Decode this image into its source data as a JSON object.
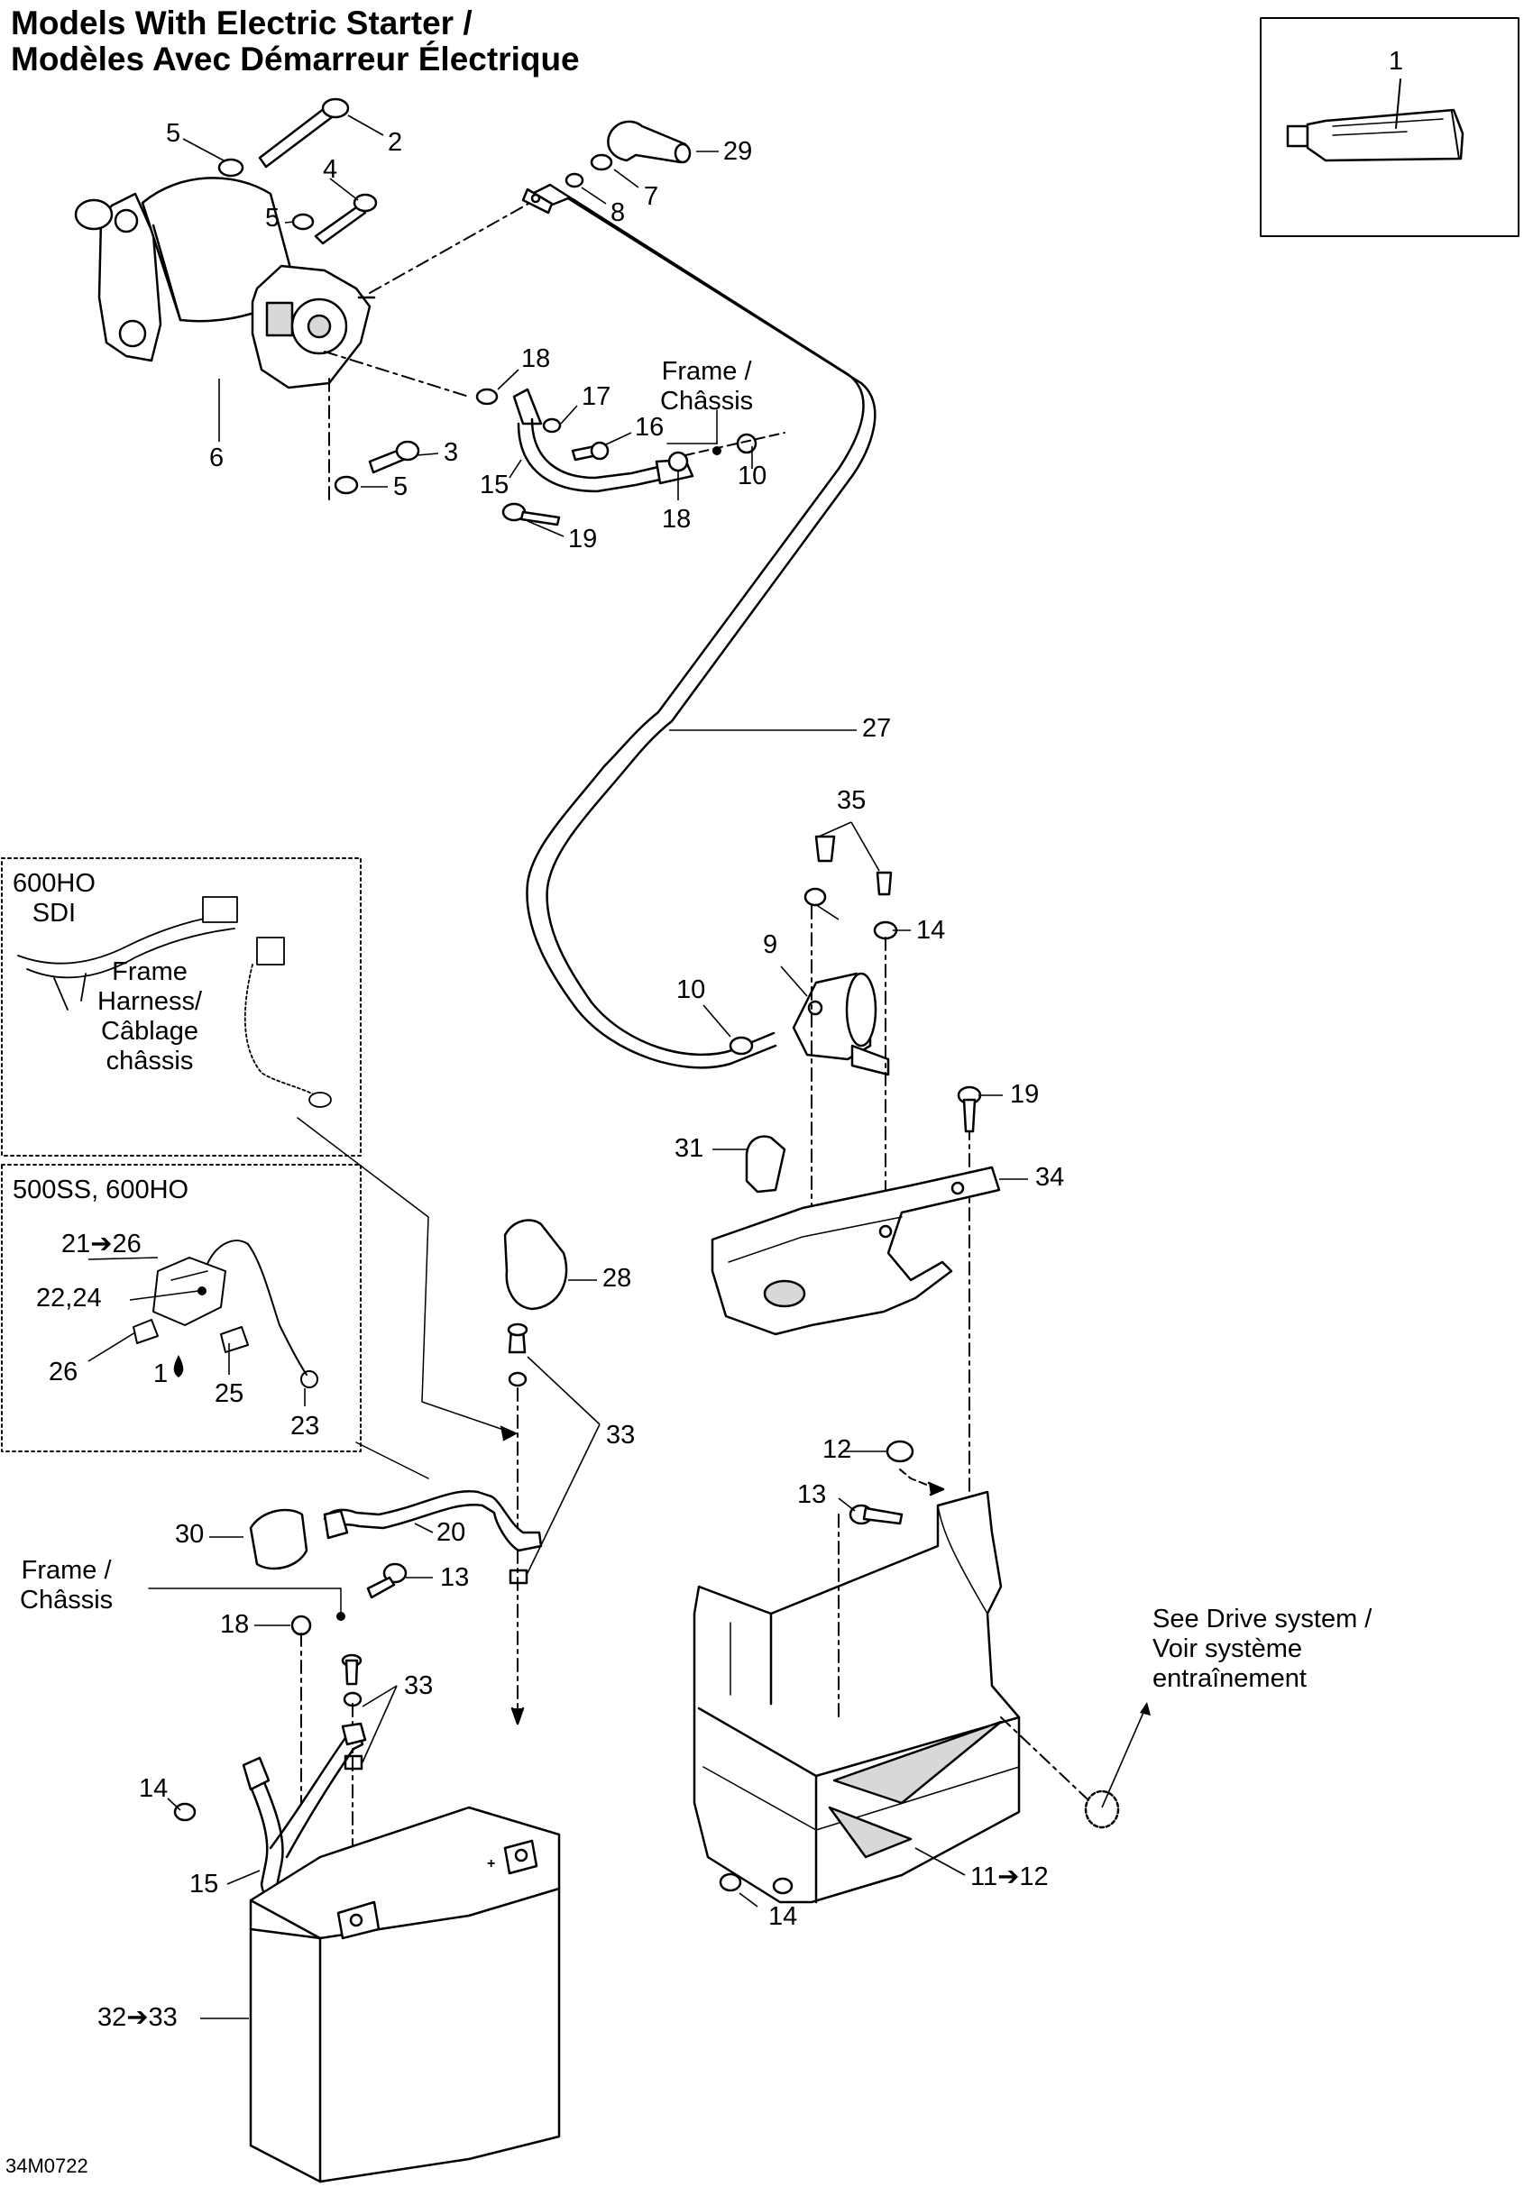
{
  "title": {
    "line1": "Models With Electric Starter /",
    "line2": "Modèles Avec Démarreur Électrique"
  },
  "inset_labels": {
    "model_a_line1": "600HO",
    "model_a_line2": "SDI",
    "model_b": "500SS, 600HO"
  },
  "notes": {
    "frame_a_line1": "Frame /",
    "frame_a_line2": "Châssis",
    "frame_b_line1": "Frame /",
    "frame_b_line2": "Châssis",
    "harness_line1": "Frame",
    "harness_line2": "Harness/",
    "harness_line3": "Câblage",
    "harness_line4": "châssis",
    "drive_line1": "See Drive system /",
    "drive_line2": "Voir système",
    "drive_line3": "entraînement"
  },
  "part_callouts": {
    "c1": "1",
    "c2": "2",
    "c3": "3",
    "c4": "4",
    "c5a": "5",
    "c5b": "5",
    "c5c": "5",
    "c6": "6",
    "c7": "7",
    "c8": "8",
    "c9": "9",
    "c10a": "10",
    "c10b": "10",
    "c11": "11➔12",
    "c12": "12",
    "c13a": "13",
    "c13b": "13",
    "c14a": "14",
    "c14b": "14",
    "c14c": "14",
    "c15a": "15",
    "c15b": "15",
    "c16": "16",
    "c17": "17",
    "c18a": "18",
    "c18b": "18",
    "c18c": "18",
    "c19a": "19",
    "c19b": "19",
    "c20": "20",
    "c21": "21➔26",
    "c22": "22,24",
    "c23": "23",
    "c25": "25",
    "c26": "26",
    "c1b": "1",
    "c27": "27",
    "c28": "28",
    "c29": "29",
    "c30": "30",
    "c31": "31",
    "c32": "32➔33",
    "c33a": "33",
    "c33b": "33",
    "c34": "34",
    "c35": "35"
  },
  "diagram_ref": "34M0722",
  "colors": {
    "ink": "#000000",
    "part_fill": "#ffffff",
    "shade": "#d8d8d8",
    "paper": "#ffffff"
  }
}
